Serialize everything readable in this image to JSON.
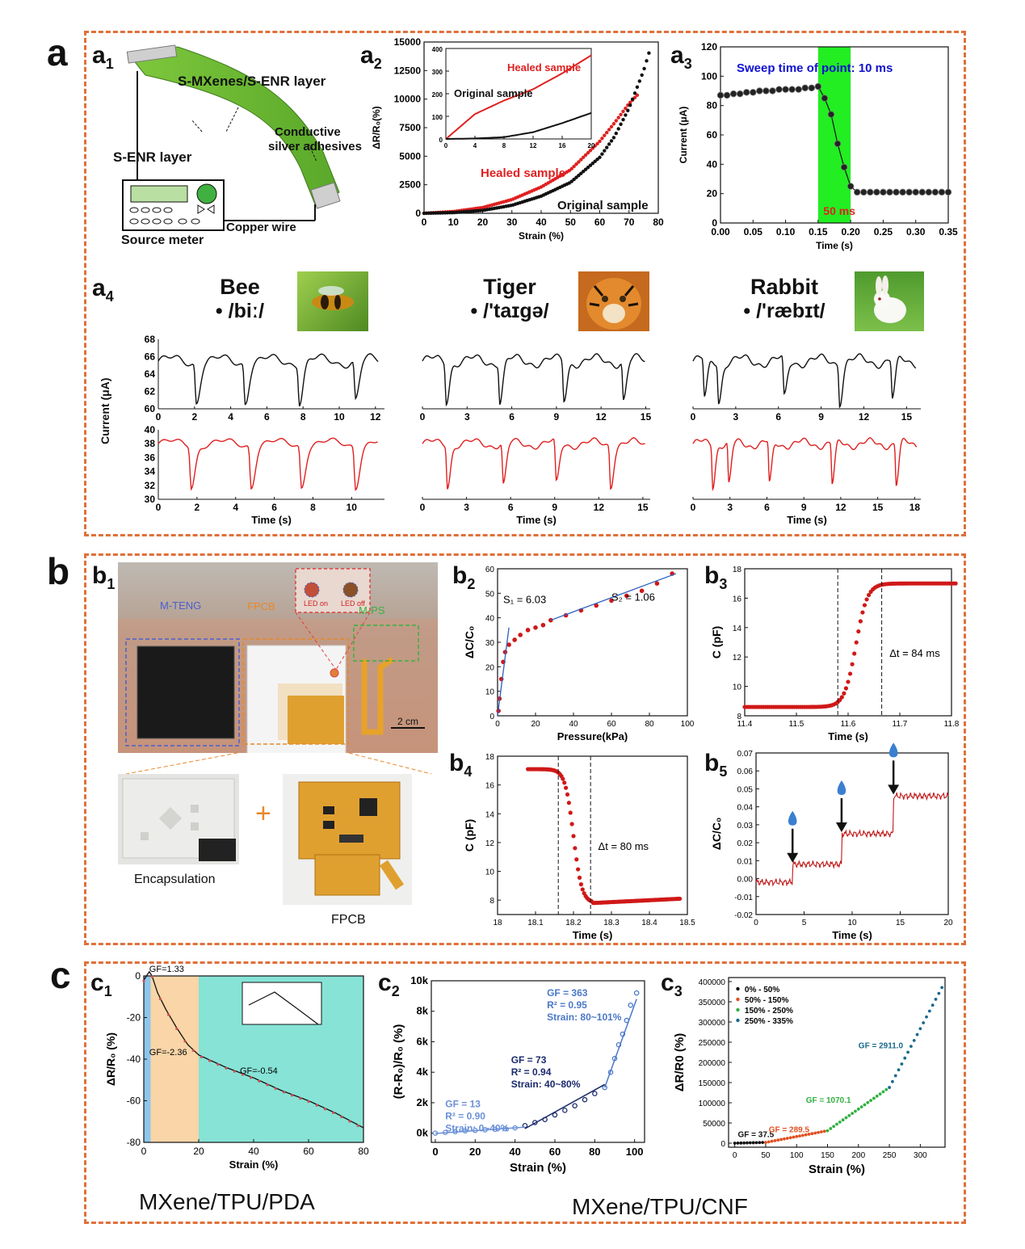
{
  "panels": {
    "a": {
      "letter": "a",
      "a1": {
        "label": "a",
        "sub": "1",
        "layer_top": "S-MXenes/S-ENR layer",
        "layer_bottom": "S-ENR layer",
        "adhesive_l1": "Conductive",
        "adhesive_l2": "silver adhesives",
        "source": "Source meter",
        "wire": "Copper wire"
      },
      "a2": {
        "label": "a",
        "sub": "2",
        "healed": "Healed sample",
        "original": "Original sample",
        "inset_healed": "Healed sample",
        "inset_original": "Original sample",
        "xlabel": "Strain (%)",
        "ylabel": "ΔR/R₀(%)"
      },
      "a3": {
        "label": "a",
        "sub": "3",
        "title": "Sweep time of point: 10 ms",
        "marker": "50 ms",
        "xlabel": "Time (s)",
        "ylabel": "Current (μA)"
      },
      "a4": {
        "label": "a",
        "sub": "4",
        "ylabel": "Current (μA)",
        "xlabel": "Time (s)",
        "words": [
          {
            "word": "Bee",
            "ipa": "• /biː/"
          },
          {
            "word": "Tiger",
            "ipa": "• /'taɪgə/"
          },
          {
            "word": "Rabbit",
            "ipa": "• /'ræbɪt/"
          }
        ]
      }
    },
    "b": {
      "letter": "b",
      "b1": {
        "label": "b",
        "sub": "1",
        "mteng": "M-TENG",
        "fpcb": "FPCB",
        "mps": "M-PS",
        "led_on": "LED on",
        "led_off": "LED off",
        "scale": "2 cm",
        "encapsulation": "Encapsulation",
        "fpcb_caption": "FPCB",
        "plus": "+"
      },
      "b2": {
        "label": "b",
        "sub": "2",
        "s1": "S₁ = 6.03",
        "s2": "S₂ = 1.06",
        "xlabel": "Pressure(kPa)",
        "ylabel": "ΔC/C₀"
      },
      "b3": {
        "label": "b",
        "sub": "3",
        "dt": "Δt = 84 ms",
        "xlabel": "Time (s)",
        "ylabel": "C (pF)"
      },
      "b4": {
        "label": "b",
        "sub": "4",
        "dt": "Δt = 80 ms",
        "xlabel": "Time (s)",
        "ylabel": "C (pF)"
      },
      "b5": {
        "label": "b",
        "sub": "5",
        "xlabel": "Time (s)",
        "ylabel": "ΔC/C₀"
      }
    },
    "c": {
      "letter": "c",
      "c1": {
        "label": "c",
        "sub": "1",
        "gf1": "GF=1.33",
        "gf2": "GF=-2.36",
        "gf3": "GF=-0.54",
        "xlabel": "Strain (%)",
        "ylabel": "ΔR/R₀ (%)",
        "caption": "MXene/TPU/PDA"
      },
      "c2": {
        "label": "c",
        "sub": "2",
        "g1": [
          "GF = 13",
          "R² = 0.90",
          "Strain: 0~40%"
        ],
        "g2": [
          "GF = 73",
          "R² = 0.94",
          "Strain: 40~80%"
        ],
        "g3": [
          "GF = 363",
          "R² = 0.95",
          "Strain: 80~101%"
        ],
        "xlabel": "Strain (%)",
        "ylabel": "(R-R₀)/R₀ (%)"
      },
      "c3": {
        "label": "c",
        "sub": "3",
        "legend": [
          "0%  -  50%",
          "50% - 150%",
          "150% - 250%",
          "250% - 335%"
        ],
        "gf": [
          "GF = 37.5",
          "GF = 289.5",
          "GF = 1070.1",
          "GF = 2911.0"
        ],
        "xlabel": "Strain (%)",
        "ylabel": "ΔR/R0 (%)"
      },
      "caption2": "MXene/TPU/CNF"
    }
  },
  "colors": {
    "border": "#e0703a",
    "red": "#e02020",
    "green": "#22ee22",
    "navy": "#1a2a6c",
    "light_blue": "#4a78c8",
    "teal": "#86e3d6",
    "peach": "#f9d5a7",
    "sky": "#8ec6ec"
  },
  "chart_data": [
    {
      "id": "a2",
      "type": "line",
      "xlim": [
        0,
        80
      ],
      "ylim": [
        0,
        15000
      ],
      "xticks": [
        0,
        10,
        20,
        30,
        40,
        50,
        60,
        70,
        80
      ],
      "yticks": [
        0,
        2500,
        5000,
        7500,
        10000,
        12500,
        15000
      ],
      "series": [
        {
          "name": "Healed sample",
          "x": [
            0,
            10,
            20,
            30,
            40,
            50,
            60,
            65,
            70,
            73
          ],
          "y": [
            0,
            150,
            500,
            1200,
            2300,
            3800,
            6300,
            7900,
            9600,
            10400
          ]
        },
        {
          "name": "Original sample",
          "x": [
            0,
            10,
            20,
            30,
            40,
            50,
            60,
            65,
            70,
            75,
            77
          ],
          "y": [
            0,
            60,
            250,
            700,
            1500,
            2700,
            4900,
            6700,
            9200,
            12500,
            14200
          ]
        }
      ]
    },
    {
      "id": "a2_inset",
      "type": "line",
      "xlim": [
        0,
        20
      ],
      "ylim": [
        0,
        400
      ],
      "xticks": [
        0,
        4,
        8,
        12,
        16,
        20
      ],
      "yticks": [
        0,
        100,
        200,
        300,
        400
      ],
      "series": [
        {
          "name": "Healed sample",
          "x": [
            0,
            4,
            8,
            12,
            16,
            20
          ],
          "y": [
            0,
            110,
            170,
            220,
            290,
            370
          ]
        },
        {
          "name": "Original sample",
          "x": [
            0,
            4,
            8,
            12,
            16,
            20
          ],
          "y": [
            0,
            2,
            8,
            30,
            70,
            115
          ]
        }
      ]
    },
    {
      "id": "a3",
      "type": "scatter",
      "xlim": [
        0,
        0.35
      ],
      "ylim": [
        0,
        120
      ],
      "xticks": [
        0.0,
        0.05,
        0.1,
        0.15,
        0.2,
        0.25,
        0.3,
        0.35
      ],
      "yticks": [
        0,
        20,
        40,
        60,
        80,
        100,
        120
      ],
      "x": [
        0,
        0.01,
        0.02,
        0.03,
        0.04,
        0.05,
        0.06,
        0.07,
        0.08,
        0.09,
        0.1,
        0.11,
        0.12,
        0.13,
        0.14,
        0.15,
        0.16,
        0.17,
        0.18,
        0.19,
        0.2,
        0.21,
        0.22,
        0.23,
        0.24,
        0.25,
        0.26,
        0.27,
        0.28,
        0.29,
        0.3,
        0.31,
        0.32,
        0.33,
        0.34,
        0.35
      ],
      "y": [
        87,
        87,
        88,
        88,
        89,
        89,
        90,
        90,
        90,
        91,
        91,
        91,
        91,
        92,
        92,
        93,
        85,
        74,
        54,
        38,
        25,
        21,
        21,
        21,
        21,
        21,
        21,
        21,
        21,
        21,
        21,
        21,
        21,
        21,
        21,
        21
      ],
      "highlight": [
        0.15,
        0.2
      ]
    },
    {
      "id": "a4_bee_black",
      "type": "line",
      "xlim": [
        0,
        12.5
      ],
      "ylim": [
        60,
        68
      ],
      "xticks": [
        0,
        2,
        4,
        6,
        8,
        10,
        12
      ],
      "yticks": [
        60,
        62,
        64,
        66,
        68
      ],
      "dips": [
        2.1,
        4.8,
        7.8,
        10.9
      ]
    },
    {
      "id": "a4_tiger_black",
      "type": "line",
      "xlim": [
        0,
        15.3
      ],
      "ylim": [
        60,
        68
      ],
      "xticks": [
        0,
        3,
        6,
        9,
        12,
        15
      ],
      "dips": [
        1.6,
        5.2,
        9.5,
        13.5
      ]
    },
    {
      "id": "a4_rabbit_black",
      "type": "line",
      "xlim": [
        0,
        16
      ],
      "ylim": [
        60,
        68
      ],
      "xticks": [
        0,
        3,
        6,
        9,
        12,
        15
      ],
      "dips": [
        0.8,
        1.8,
        6.4,
        10.3,
        14.0
      ]
    },
    {
      "id": "a4_bee_red",
      "type": "line",
      "xlim": [
        0,
        11.7
      ],
      "ylim": [
        30,
        40
      ],
      "xticks": [
        0,
        2,
        4,
        6,
        8,
        10
      ],
      "yticks": [
        30,
        32,
        34,
        36,
        38,
        40
      ],
      "dips": [
        1.7,
        4.8,
        7.4,
        10.2
      ]
    },
    {
      "id": "a4_tiger_red",
      "type": "line",
      "xlim": [
        0,
        15.5
      ],
      "ylim": [
        30,
        40
      ],
      "xticks": [
        0,
        3,
        6,
        9,
        12,
        15
      ],
      "dips": [
        1.7,
        5.5,
        9.1,
        12.8
      ]
    },
    {
      "id": "a4_rabbit_red",
      "type": "line",
      "xlim": [
        0,
        18.5
      ],
      "ylim": [
        30,
        40
      ],
      "xticks": [
        0,
        3,
        6,
        9,
        12,
        15,
        18
      ],
      "dips": [
        1.6,
        2.9,
        6.2,
        11.3,
        16.5
      ]
    },
    {
      "id": "b2",
      "type": "scatter",
      "xlim": [
        0,
        100
      ],
      "ylim": [
        0,
        60
      ],
      "xticks": [
        0,
        20,
        40,
        60,
        80,
        100
      ],
      "yticks": [
        0,
        10,
        20,
        30,
        40,
        50,
        60
      ],
      "x": [
        0.5,
        1,
        2,
        3,
        4,
        6,
        9,
        12,
        16,
        20,
        24,
        28,
        36,
        44,
        52,
        60,
        68,
        76,
        84,
        92
      ],
      "y": [
        2,
        7,
        15,
        22,
        26,
        29,
        31,
        33,
        35,
        36,
        37,
        39,
        41,
        43,
        45,
        47,
        49,
        51,
        54,
        58
      ]
    },
    {
      "id": "b3",
      "type": "scatter",
      "xlim": [
        11.4,
        11.8
      ],
      "ylim": [
        8,
        18
      ],
      "xticks": [
        11.4,
        11.5,
        11.6,
        11.7,
        11.8
      ],
      "yticks": [
        8,
        10,
        12,
        14,
        16,
        18
      ],
      "vlines": [
        11.58,
        11.665
      ]
    },
    {
      "id": "b4",
      "type": "scatter",
      "xlim": [
        18.0,
        18.5
      ],
      "ylim": [
        7,
        18
      ],
      "xticks": [
        18.0,
        18.1,
        18.2,
        18.3,
        18.4,
        18.5
      ],
      "yticks": [
        8,
        10,
        12,
        14,
        16,
        18
      ],
      "vlines": [
        18.16,
        18.245
      ]
    },
    {
      "id": "b5",
      "type": "line",
      "xlim": [
        0,
        20
      ],
      "ylim": [
        -0.02,
        0.07
      ],
      "xticks": [
        0,
        5,
        10,
        15,
        20
      ],
      "yticks": [
        -0.02,
        -0.01,
        0.0,
        0.01,
        0.02,
        0.03,
        0.04,
        0.05,
        0.06,
        0.07
      ],
      "steps": [
        {
          "t": 0,
          "v": -0.002
        },
        {
          "t": 3.8,
          "v": 0.008
        },
        {
          "t": 8.9,
          "v": 0.025
        },
        {
          "t": 14.3,
          "v": 0.046
        }
      ]
    },
    {
      "id": "c1",
      "type": "line",
      "xlim": [
        0,
        80
      ],
      "ylim": [
        -80,
        0
      ],
      "xticks": [
        0,
        20,
        40,
        60,
        80
      ],
      "yticks": [
        -80,
        -60,
        -40,
        -20,
        0
      ],
      "x": [
        0,
        1,
        2,
        3,
        5,
        8,
        12,
        16,
        20,
        25,
        30,
        40,
        50,
        60,
        70,
        80
      ],
      "y": [
        -2,
        0,
        2,
        0,
        -8,
        -16,
        -25,
        -33,
        -38,
        -41,
        -44,
        -49,
        -55,
        -60,
        -66,
        -73
      ]
    },
    {
      "id": "c2",
      "type": "scatter",
      "xlim": [
        -2,
        105
      ],
      "ylim": [
        -600,
        10000
      ],
      "xticks": [
        0,
        20,
        40,
        60,
        80,
        100
      ],
      "ytick_labels": [
        "0k",
        "2k",
        "4k",
        "6k",
        "8k",
        "10k"
      ],
      "x": [
        0,
        5,
        10,
        15,
        20,
        25,
        30,
        35,
        40,
        45,
        50,
        55,
        60,
        65,
        70,
        75,
        80,
        85,
        88,
        90,
        92,
        94,
        96,
        98,
        101
      ],
      "y": [
        0,
        50,
        100,
        150,
        180,
        220,
        260,
        300,
        350,
        500,
        700,
        900,
        1200,
        1500,
        1800,
        2200,
        2600,
        3000,
        4000,
        4900,
        5800,
        6500,
        7400,
        8400,
        9200
      ]
    },
    {
      "id": "c3",
      "type": "scatter",
      "xlim": [
        -10,
        340
      ],
      "ylim": [
        -10000,
        410000
      ],
      "xticks": [
        0,
        50,
        100,
        150,
        200,
        250,
        300
      ],
      "yticks": [
        0,
        50000,
        100000,
        150000,
        200000,
        250000,
        300000,
        350000,
        400000
      ]
    }
  ]
}
